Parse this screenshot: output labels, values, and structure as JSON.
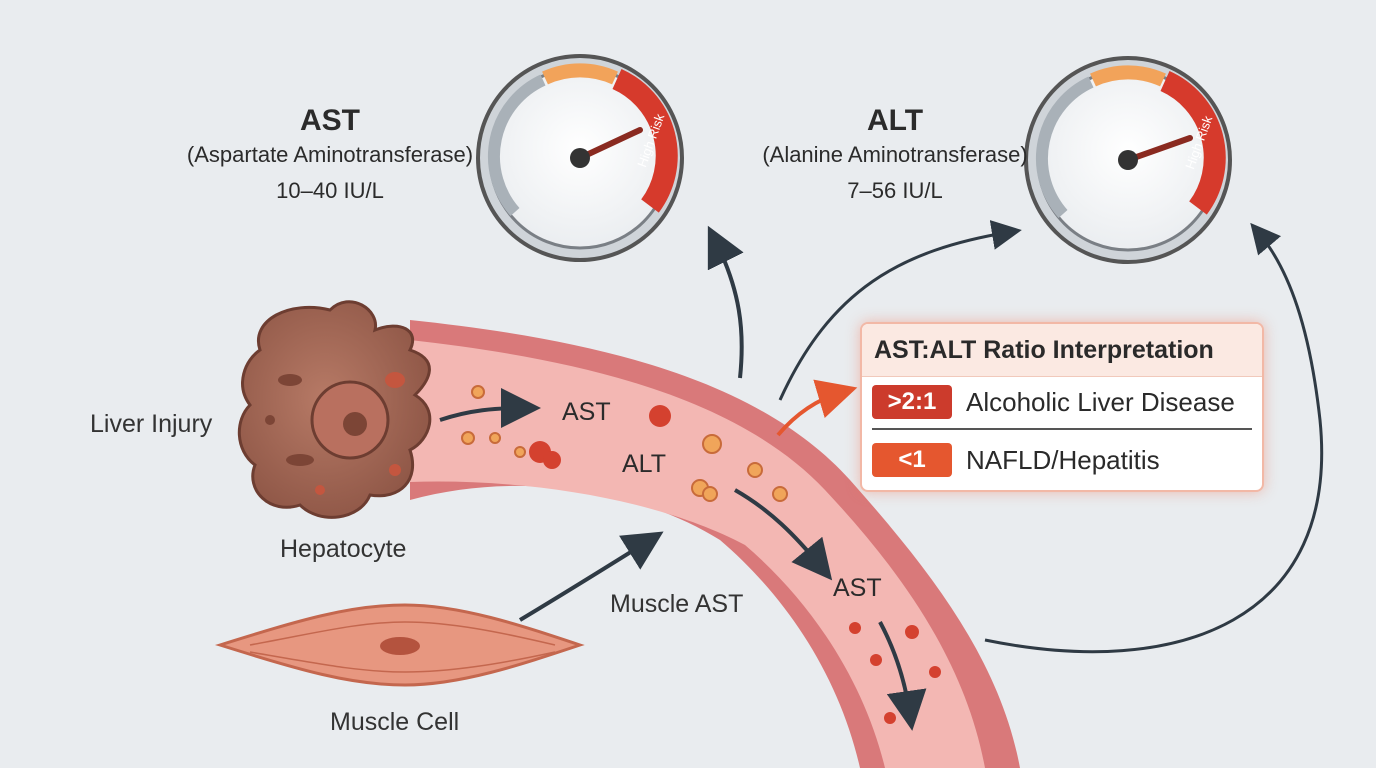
{
  "ast": {
    "title": "AST",
    "full_name": "(Aspartate Aminotransferase)",
    "range": "10–40 IU/L",
    "gauge_label": "High Risk"
  },
  "alt": {
    "title": "ALT",
    "full_name": "(Alanine Aminotransferase)",
    "range": "7–56 IU/L",
    "gauge_label": "High Risk"
  },
  "ratio_card": {
    "title": "AST:ALT Ratio Interpretation",
    "rows": [
      {
        "badge": ">2:1",
        "text": "Alcoholic Liver Disease",
        "color": "#cc3b2c"
      },
      {
        "badge": "<1",
        "text": "NAFLD/Hepatitis",
        "color": "#e5572f"
      }
    ]
  },
  "labels": {
    "liver_injury": "Liver Injury",
    "hepatocyte": "Hepatocyte",
    "muscle_cell": "Muscle Cell",
    "muscle_ast": "Muscle AST",
    "ast_flow_1": "AST",
    "alt_flow": "ALT",
    "ast_flow_2": "AST"
  },
  "colors": {
    "background": "#e9ecef",
    "vessel_wall": "#d9797a",
    "vessel_lumen": "#f3b7b3",
    "hepatocyte": "#a86a58",
    "gauge_high": "#d63a2c",
    "gauge_mid": "#f2a35a",
    "arrow": "#2f3a44",
    "card_accent": "#e5572f"
  }
}
